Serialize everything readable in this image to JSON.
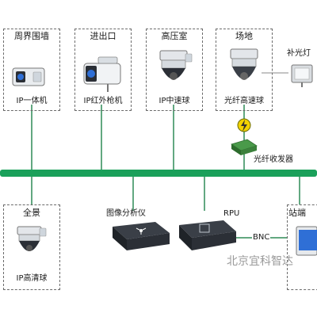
{
  "nodes": {
    "perimeter": {
      "title": "周界围墙",
      "caption": "IP一体机"
    },
    "entrance": {
      "title": "进出口",
      "caption": "IP红外枪机"
    },
    "hv_room": {
      "title": "高压室",
      "caption": "IP中速球"
    },
    "site": {
      "title": "场地",
      "caption": "光纤高速球"
    },
    "panorama": {
      "title": "全景",
      "caption": "IP高清球"
    },
    "station": {
      "title": "站端"
    }
  },
  "labels": {
    "fill_light": "补光灯",
    "fiber_transceiver": "光纤收发器",
    "image_analyzer": "图像分析仪",
    "rpu": "RPU",
    "bnc": "BNC"
  },
  "watermark": {
    "company": "北京宜科智达"
  },
  "colors": {
    "bus": "#1aa05a",
    "link": "#2e8b57",
    "box_border": "#6a6a6a",
    "device_dark": "#2b2f36",
    "accent_blue": "#2f6fd6",
    "lightning": "#f2d200"
  }
}
